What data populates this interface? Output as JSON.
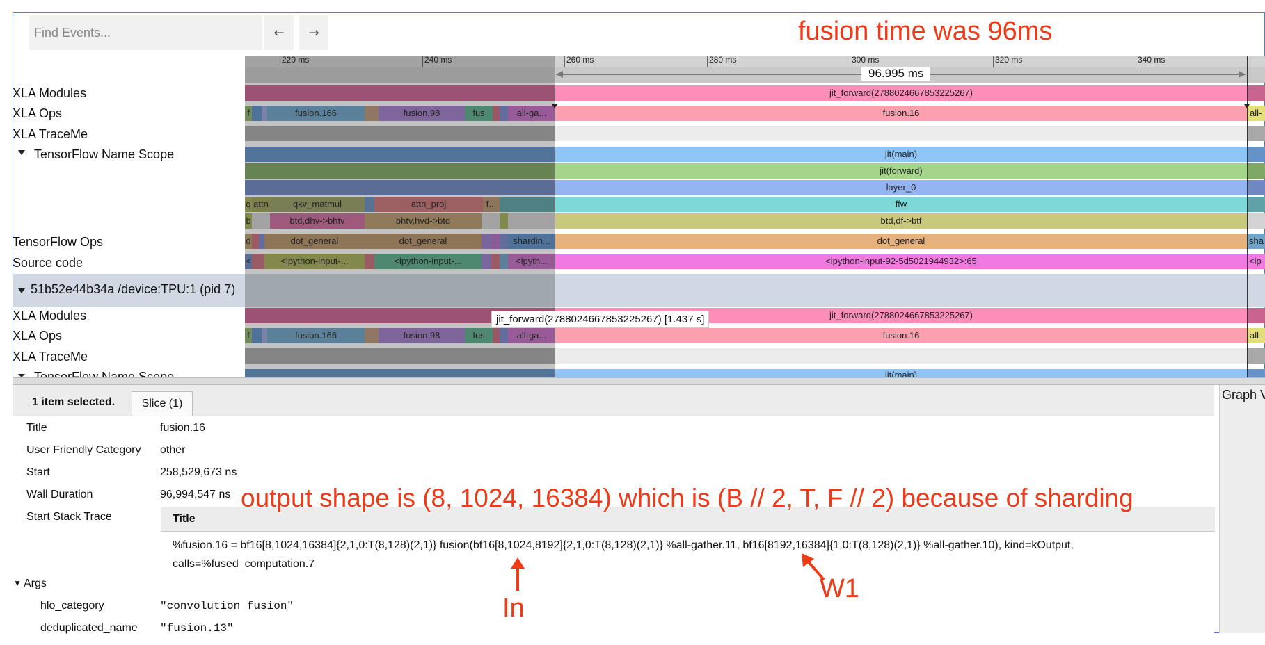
{
  "search": {
    "placeholder": "Find Events..."
  },
  "nav": {
    "prev_icon": "←",
    "next_icon": "→"
  },
  "ruler": {
    "ticks": [
      "220 ms",
      "240 ms",
      "260 ms",
      "280 ms",
      "300 ms",
      "320 ms",
      "340 ms"
    ]
  },
  "duration": {
    "label": "96.995 ms"
  },
  "annotations": {
    "title": "fusion time was 96ms",
    "shape": "output shape is (8, 1024, 16384) which is (B // 2, T, F // 2) because of sharding",
    "in_label": "In",
    "w1_label": "W1"
  },
  "tracks": {
    "xla_modules": "XLA Modules",
    "xla_ops": "XLA Ops",
    "xla_traceme": "XLA TraceMe",
    "tf_name_scope": "TensorFlow Name Scope",
    "tf_ops": "TensorFlow Ops",
    "source_code": "Source code"
  },
  "process": {
    "label": "51b52e44b34a /device:TPU:1 (pid 7)"
  },
  "slices": {
    "jit_forward": "jit_forward(2788024667853225267)",
    "f": "f",
    "fusion166": "fusion.166",
    "fusion98": "fusion.98",
    "fus": "fus",
    "allga": "all-ga...",
    "fusion16": "fusion.16",
    "allg_right": "all-",
    "jit_main": "jit(main)",
    "jit_forward_scope": "jit(forward)",
    "layer_0": "layer_0",
    "q": "q",
    "attn": "attn",
    "qkv_matmul": "qkv_matmul",
    "attn_proj": "attn_proj",
    "f_dots": "f...",
    "ffw": "ffw",
    "b": "b",
    "btd_dhv": "btd,dhv->bhtv",
    "bhtv_hvd": "bhtv,hvd->btd",
    "btd_df": "btd,df->btf",
    "d": "d",
    "dot_general": "dot_general",
    "shardin": "shardin...",
    "sha": "sha",
    "lt": "<",
    "ipython_input": "<ipython-input-...",
    "ipyth": "<ipyth...",
    "ipython_92": "<ipython-input-92-5d5021944932>:65",
    "ip_right": "<ip"
  },
  "tooltip": {
    "text": "jit_forward(2788024667853225267) [1.437 s]"
  },
  "details": {
    "selected": "1 item selected.",
    "tab": "Slice (1)",
    "graph_view": "Graph V",
    "fields": [
      {
        "label": "Title",
        "value": "fusion.16"
      },
      {
        "label": "User Friendly Category",
        "value": "other"
      },
      {
        "label": "Start",
        "value": "258,529,673 ns"
      },
      {
        "label": "Wall Duration",
        "value": "96,994,547 ns"
      },
      {
        "label": "Start Stack Trace",
        "value": ""
      }
    ],
    "stack_title": "Title",
    "stack_line": "%fusion.16 = bf16[8,1024,16384]{2,1,0:T(8,128)(2,1)} fusion(bf16[8,1024,8192]{2,1,0:T(8,128)(2,1)} %all-gather.11, bf16[8192,16384]{1,0:T(8,128)(2,1)} %all-gather.10), kind=kOutput, calls=%fused_computation.7",
    "args_label": "Args",
    "args": [
      {
        "key": "hlo_category",
        "value": "\"convolution fusion\""
      },
      {
        "key": "deduplicated_name",
        "value": "\"fusion.13\""
      }
    ]
  },
  "colors": {
    "pink": "#fc8eb9",
    "selection": "#fca0b0",
    "blue": "#8fc4f7",
    "green": "#a5d48b",
    "periwinkle": "#94b3f1",
    "teal": "#7fd8d8",
    "olive": "#c8c97e",
    "tan": "#e4b17f",
    "magenta": "#f07ae0",
    "annotation": "#f03a17"
  }
}
